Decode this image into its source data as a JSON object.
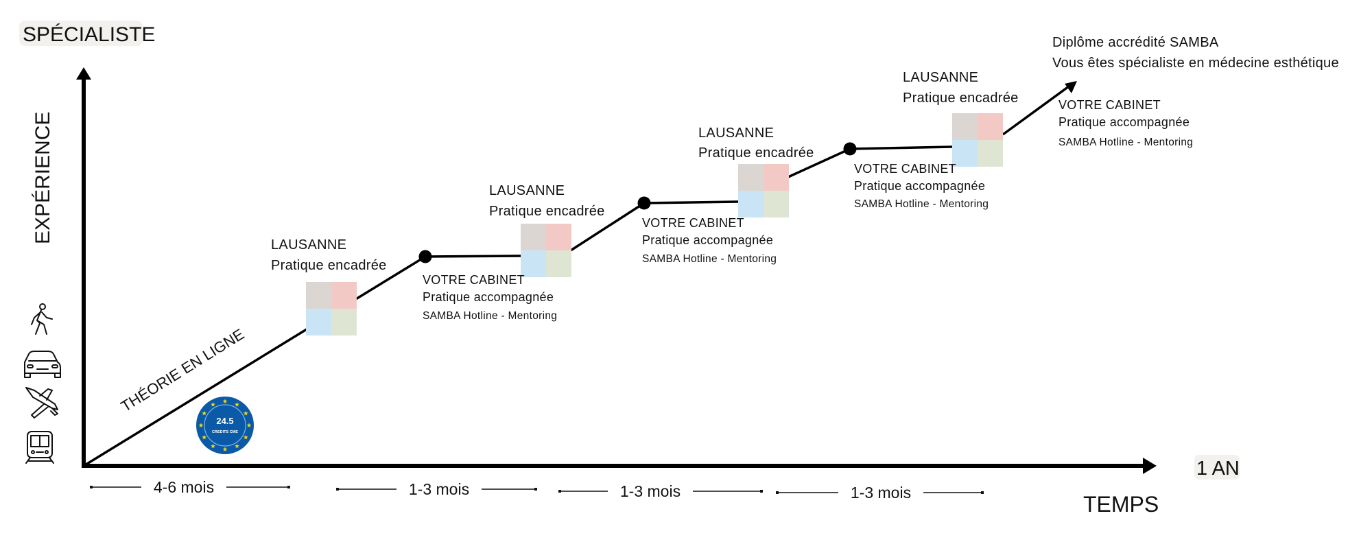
{
  "axes": {
    "y_top_label": "SPÉCIALISTE",
    "y_label": "EXPÉRIENCE",
    "x_label": "TEMPS",
    "x_end_label": "1 AN"
  },
  "theory_label": "THÉORIE EN LIGNE",
  "badge": {
    "value": "24.5",
    "caption": "CREDITS CME",
    "color": "#0a5aa8",
    "star_color": "#f5d90a"
  },
  "stages": [
    {
      "place": "LAUSANNE",
      "desc": "Pratique encadrée"
    },
    {
      "place": "LAUSANNE",
      "desc": "Pratique encadrée"
    },
    {
      "place": "LAUSANNE",
      "desc": "Pratique encadrée"
    },
    {
      "place": "LAUSANNE",
      "desc": "Pratique encadrée"
    }
  ],
  "cabinets": [
    {
      "place": "VOTRE CABINET",
      "desc": "Pratique accompagnée",
      "support": "SAMBA Hotline - Mentoring"
    },
    {
      "place": "VOTRE CABINET",
      "desc": "Pratique accompagnée",
      "support": "SAMBA Hotline - Mentoring"
    },
    {
      "place": "VOTRE CABINET",
      "desc": "Pratique accompagnée",
      "support": "SAMBA Hotline - Mentoring"
    },
    {
      "place": "VOTRE CABINET",
      "desc": "Pratique accompagnée",
      "support": "SAMBA Hotline - Mentoring"
    }
  ],
  "goal": {
    "line1": "Diplôme accrédité SAMBA",
    "line2": "Vous êtes spécialiste en médecine esthétique"
  },
  "durations": [
    "4-6 mois",
    "1-3 mois",
    "1-3 mois",
    "1-3 mois"
  ],
  "transport_icons": [
    "walking-person-icon",
    "car-icon",
    "airplane-icon",
    "train-icon"
  ],
  "tile_colors": [
    "#dcd6d3",
    "#f3c9c6",
    "#c9e4f5",
    "#dfe5d3"
  ]
}
